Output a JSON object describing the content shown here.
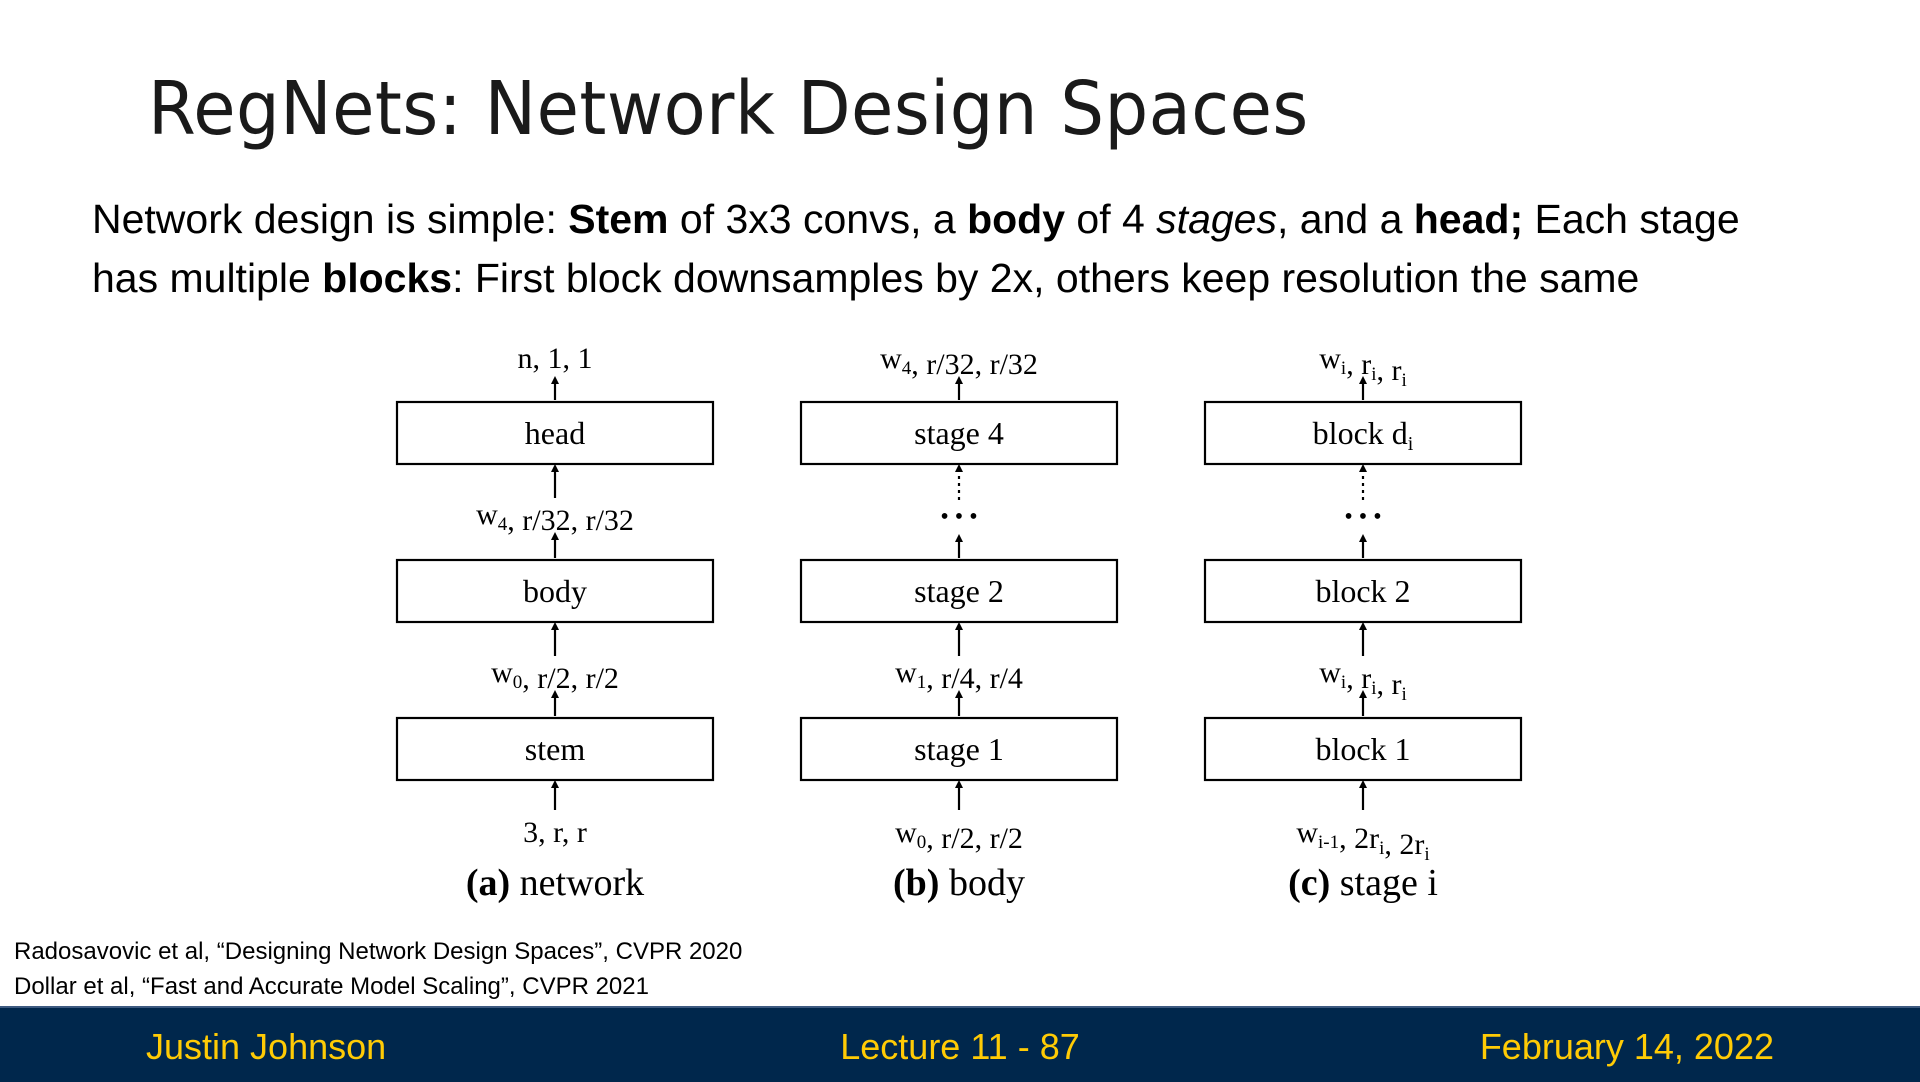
{
  "title": "RegNets: Network Design Spaces",
  "intro": {
    "line1": [
      {
        "text": "Network design is simple:  ",
        "style": "normal"
      },
      {
        "text": "Stem",
        "style": "bold"
      },
      {
        "text": " of 3x3 convs, a ",
        "style": "normal"
      },
      {
        "text": "body",
        "style": "bold"
      },
      {
        "text": " of 4 ",
        "style": "normal"
      },
      {
        "text": "stages",
        "style": "italic"
      },
      {
        "text": ", and a ",
        "style": "normal"
      },
      {
        "text": "head;",
        "style": "bold"
      },
      {
        "text": " Each stage",
        "style": "normal"
      }
    ],
    "line2": [
      {
        "text": "has multiple ",
        "style": "normal"
      },
      {
        "text": "blocks",
        "style": "bold"
      },
      {
        "text": ": First block downsamples by 2x, others keep resolution the same",
        "style": "normal"
      }
    ]
  },
  "diagram": {
    "columns": [
      {
        "top_label": [
          {
            "t": "n, 1, 1"
          }
        ],
        "boxes": [
          [
            {
              "t": "head"
            }
          ],
          [
            {
              "t": "body"
            }
          ],
          [
            {
              "t": "stem"
            }
          ]
        ],
        "mid_labels": [
          {
            "kind": "text",
            "parts": [
              {
                "t": "w"
              },
              {
                "t": "4",
                "sub": true
              },
              {
                "t": ", r/32, r/32"
              }
            ]
          },
          {
            "kind": "text",
            "parts": [
              {
                "t": "w"
              },
              {
                "t": "0",
                "sub": true
              },
              {
                "t": ", r/2, r/2"
              }
            ]
          }
        ],
        "bottom_label": [
          {
            "t": "3, r, r"
          }
        ],
        "caption_bold": "(a)",
        "caption_text": " network"
      },
      {
        "top_label": [
          {
            "t": "w"
          },
          {
            "t": "4",
            "sub": true
          },
          {
            "t": ", r/32, r/32"
          }
        ],
        "boxes": [
          [
            {
              "t": "stage 4"
            }
          ],
          [
            {
              "t": "stage 2"
            }
          ],
          [
            {
              "t": "stage 1"
            }
          ]
        ],
        "mid_labels": [
          {
            "kind": "ellipsis",
            "parts": [
              {
                "t": "• • •"
              }
            ]
          },
          {
            "kind": "text",
            "parts": [
              {
                "t": "w"
              },
              {
                "t": "1",
                "sub": true
              },
              {
                "t": ", r/4, r/4"
              }
            ]
          }
        ],
        "bottom_label": [
          {
            "t": "w"
          },
          {
            "t": "0",
            "sub": true
          },
          {
            "t": ", r/2, r/2"
          }
        ],
        "caption_bold": "(b)",
        "caption_text": " body"
      },
      {
        "top_label": [
          {
            "t": "w"
          },
          {
            "t": "i",
            "sub": true
          },
          {
            "t": ", r"
          },
          {
            "t": "i",
            "sub": true
          },
          {
            "t": ", r"
          },
          {
            "t": "i",
            "sub": true
          }
        ],
        "boxes": [
          [
            {
              "t": "block d"
            },
            {
              "t": "i",
              "sub": true
            }
          ],
          [
            {
              "t": "block 2"
            }
          ],
          [
            {
              "t": "block 1"
            }
          ]
        ],
        "mid_labels": [
          {
            "kind": "ellipsis",
            "parts": [
              {
                "t": "• • •"
              }
            ]
          },
          {
            "kind": "text",
            "parts": [
              {
                "t": "w"
              },
              {
                "t": "i",
                "sub": true
              },
              {
                "t": ", r"
              },
              {
                "t": "i",
                "sub": true
              },
              {
                "t": ", r"
              },
              {
                "t": "i",
                "sub": true
              }
            ]
          }
        ],
        "bottom_label": [
          {
            "t": "w"
          },
          {
            "t": "i-1",
            "sub": true
          },
          {
            "t": ", 2r"
          },
          {
            "t": "i",
            "sub": true
          },
          {
            "t": ", 2r"
          },
          {
            "t": "i",
            "sub": true
          }
        ],
        "caption_bold": "(c)",
        "caption_text": " stage i"
      }
    ]
  },
  "citations": [
    "Radosavovic et al, “Designing Network Design Spaces”, CVPR 2020",
    "Dollar et al, “Fast and Accurate Model Scaling”, CVPR 2021"
  ],
  "footer": {
    "author": "Justin Johnson",
    "lecture": "Lecture 11 - 87",
    "date": "February 14, 2022"
  },
  "colors": {
    "footer_bg": "#00274c",
    "footer_text": "#ffcb05"
  }
}
